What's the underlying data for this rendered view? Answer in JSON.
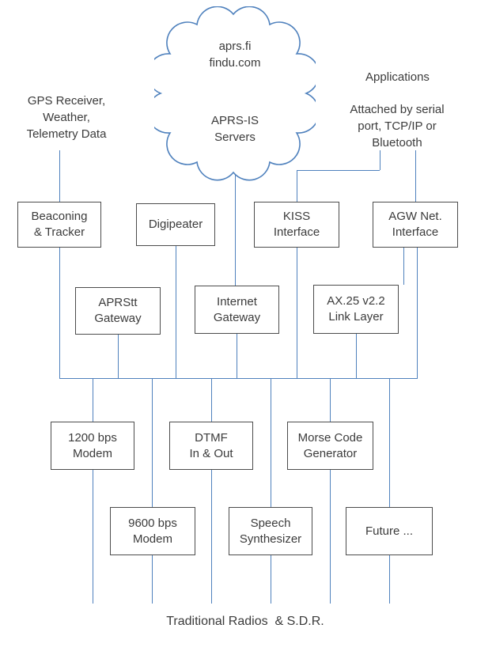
{
  "colors": {
    "line": "#4f81bd",
    "border": "#4c4c4c",
    "text": "#3b3b3b"
  },
  "cloud": {
    "top": "aprs.fi\nfindu.com",
    "bottom": "APRS-IS\nServers"
  },
  "side_labels": {
    "gps": "GPS Receiver,\nWeather,\nTelemetry Data",
    "applications": "Applications",
    "attached": "Attached by serial\nport, TCP/IP or\nBluetooth"
  },
  "footer": "Traditional Radios  & S.D.R.",
  "boxes": {
    "beaconing": "Beaconing\n& Tracker",
    "digipeater": "Digipeater",
    "kiss": "KISS\nInterface",
    "agw": "AGW Net.\nInterface",
    "aprstt": "APRStt\nGateway",
    "internet": "Internet\nGateway",
    "ax25": "AX.25 v2.2\nLink Layer",
    "modem1200": "1200 bps\nModem",
    "dtmf": "DTMF\nIn & Out",
    "morse": "Morse Code\nGenerator",
    "modem9600": "9600 bps\nModem",
    "speech": "Speech\nSynthesizer",
    "future": "Future ..."
  }
}
